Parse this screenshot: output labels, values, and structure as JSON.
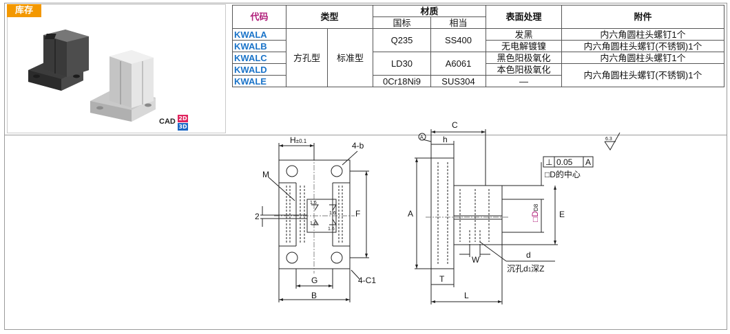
{
  "badge": {
    "stock": "库存"
  },
  "cad": {
    "label": "CAD",
    "badge_2d": "2D",
    "badge_3d": "3D"
  },
  "table": {
    "headers": {
      "code": "代码",
      "type": "类型",
      "material": "材质",
      "material_gb": "国标",
      "material_eq": "相当",
      "surface": "表面处理",
      "accessory": "附件"
    },
    "codes": [
      "KWALA",
      "KWALB",
      "KWALC",
      "KWALD",
      "KWALE"
    ],
    "type1": "方孔型",
    "type2": "标准型",
    "mat_gb_1": "Q235",
    "mat_eq_1": "SS400",
    "mat_gb_2": "LD30",
    "mat_eq_2": "A6061",
    "mat_gb_3": "0Cr18Ni9",
    "mat_eq_3": "SUS304",
    "surface": [
      "发黑",
      "无电解镀镍",
      "黑色阳极氧化",
      "本色阳极氧化",
      "—"
    ],
    "accessory_1": "内六角圆柱头螺钉1个",
    "accessory_2": "内六角圆柱头螺钉(不锈钢)1个",
    "accessory_3": "内六角圆柱头螺钉1个",
    "accessory_4": "内六角圆柱头螺钉(不锈钢)1个"
  },
  "drawing": {
    "H": "H",
    "H_tol": "±0.1",
    "four_b": "4-b",
    "M": "M",
    "two": "2",
    "F": "F",
    "G": "G",
    "B": "B",
    "four_c1": "4-C1",
    "rough_16a": "1.6",
    "rough_16b": "1.6",
    "rough_16c": "1.6",
    "rough_16d": "1.6",
    "C": "C",
    "datum_A": "A",
    "h": "h",
    "A": "A",
    "perp": "⊥",
    "tol_value": "0.05",
    "tol_datum": "A",
    "D_center": "□D的中心",
    "D_box": "□D",
    "D_tol": "D8",
    "E": "E",
    "d": "d",
    "W": "W",
    "counterbore": "沉孔d",
    "counterbore_sub": "1",
    "counterbore_depth": "深Z",
    "T": "T",
    "L": "L",
    "rough_63": "6.3"
  }
}
